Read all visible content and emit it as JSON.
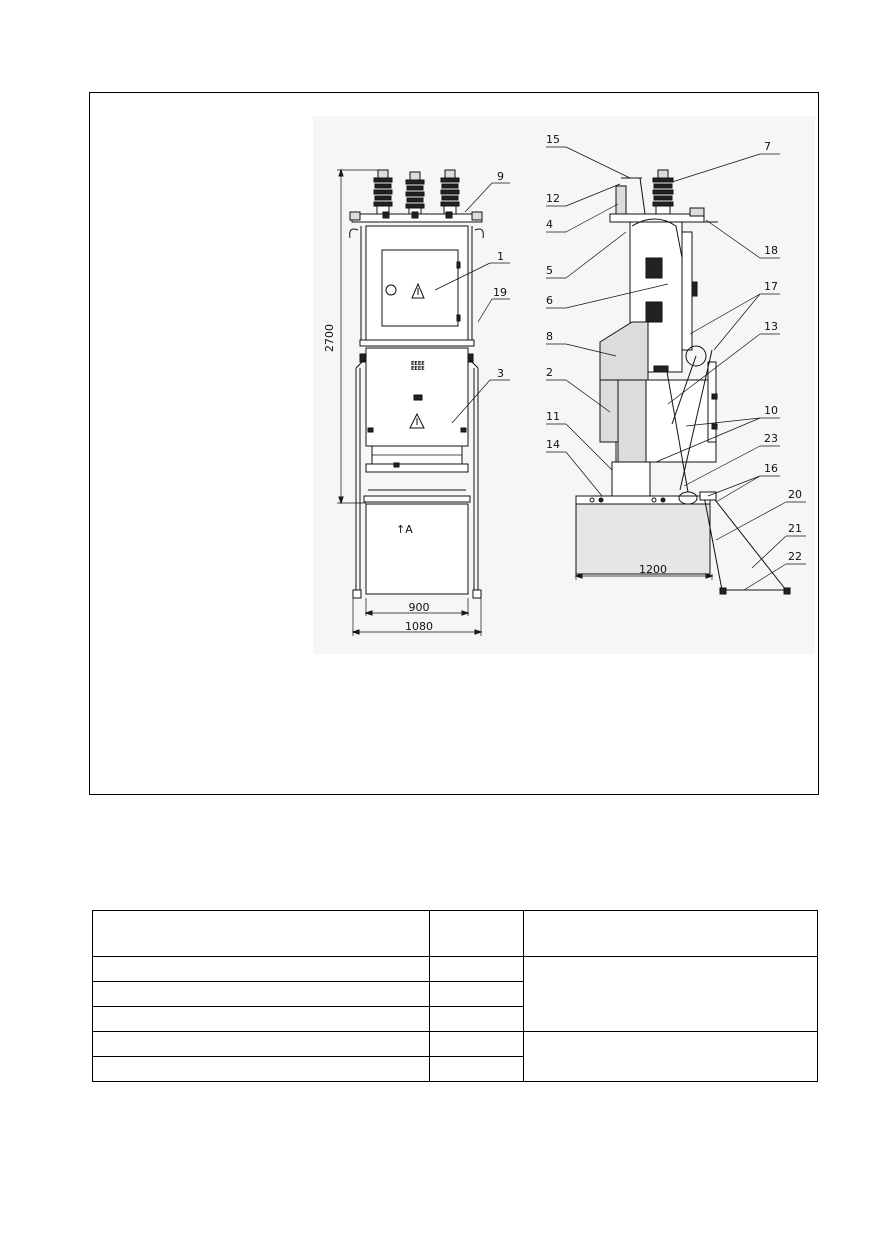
{
  "drawing": {
    "front_view": {
      "dims": {
        "height": "2700",
        "inner_width": "900",
        "outer_width": "1080"
      },
      "callouts": [
        "1",
        "3",
        "9",
        "19"
      ],
      "section_mark": "A"
    },
    "side_view": {
      "dims": {
        "depth": "1200"
      },
      "callouts": [
        "15",
        "7",
        "12",
        "4",
        "18",
        "5",
        "6",
        "17",
        "8",
        "13",
        "2",
        "10",
        "11",
        "23",
        "14",
        "16",
        "20",
        "21",
        "22"
      ]
    }
  },
  "table": {
    "rows": [
      [
        "",
        "",
        ""
      ],
      [
        "",
        "",
        ""
      ],
      [
        "",
        ""
      ],
      [
        "",
        ""
      ],
      [
        "",
        "",
        ""
      ],
      [
        "",
        ""
      ]
    ]
  }
}
